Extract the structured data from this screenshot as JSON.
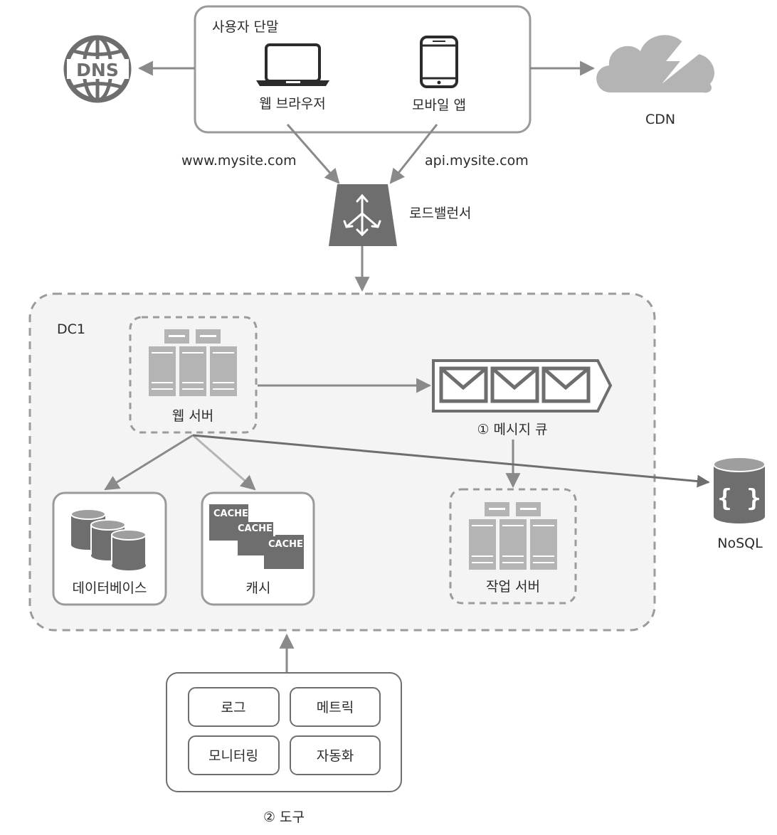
{
  "user_devices": {
    "title": "사용자 단말",
    "web_browser": "웹 브라우저",
    "mobile_app": "모바일 앱"
  },
  "dns": {
    "label": "DNS"
  },
  "cdn": {
    "label": "CDN"
  },
  "urls": {
    "web": "www.mysite.com",
    "api": "api.mysite.com"
  },
  "load_balancer": {
    "label": "로드밸런서"
  },
  "dc1": {
    "label": "DC1",
    "web_server": "웹 서버",
    "message_queue": "① 메시지 큐",
    "database": "데이터베이스",
    "cache": "캐시",
    "cache_tag": "CACHE",
    "worker_server": "작업 서버"
  },
  "nosql": {
    "label": "NoSQL"
  },
  "tools": {
    "items": [
      "로그",
      "메트릭",
      "모니터링",
      "자동화"
    ],
    "caption": "② 도구"
  },
  "colors": {
    "line": "#8a8a8a",
    "box_border": "#9a9a9a",
    "dashed": "#9b9b9b",
    "dc_fill": "#f4f4f4",
    "icon_dark": "#6e6e6e",
    "icon_mid": "#9e9e9e",
    "icon_light": "#b4b4b4"
  }
}
